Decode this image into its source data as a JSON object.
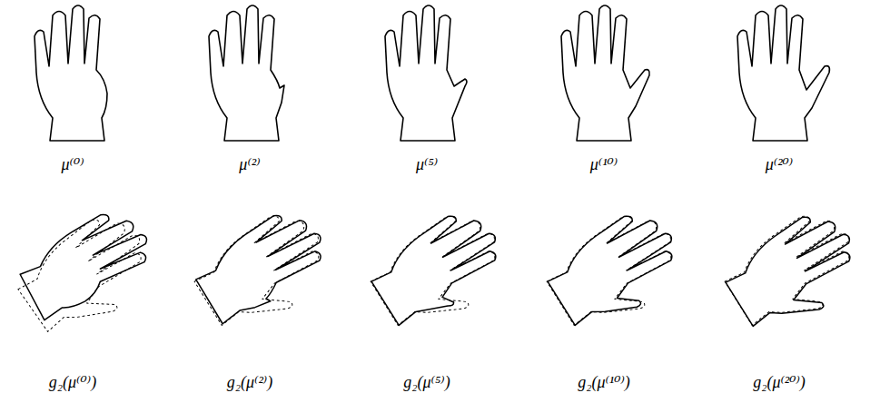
{
  "diagram": {
    "labels": [
      "μ⁽⁰⁾",
      "μ⁽²⁾",
      "μ⁽⁵⁾",
      "μ⁽¹⁰⁾",
      "μ⁽²⁰⁾",
      "g₂(μ⁽⁰⁾)",
      "g₂(μ⁽²⁾)",
      "g₂(μ⁽⁵⁾)",
      "g₂(μ⁽¹⁰⁾)",
      "g₂(μ⁽²⁰⁾)"
    ]
  }
}
